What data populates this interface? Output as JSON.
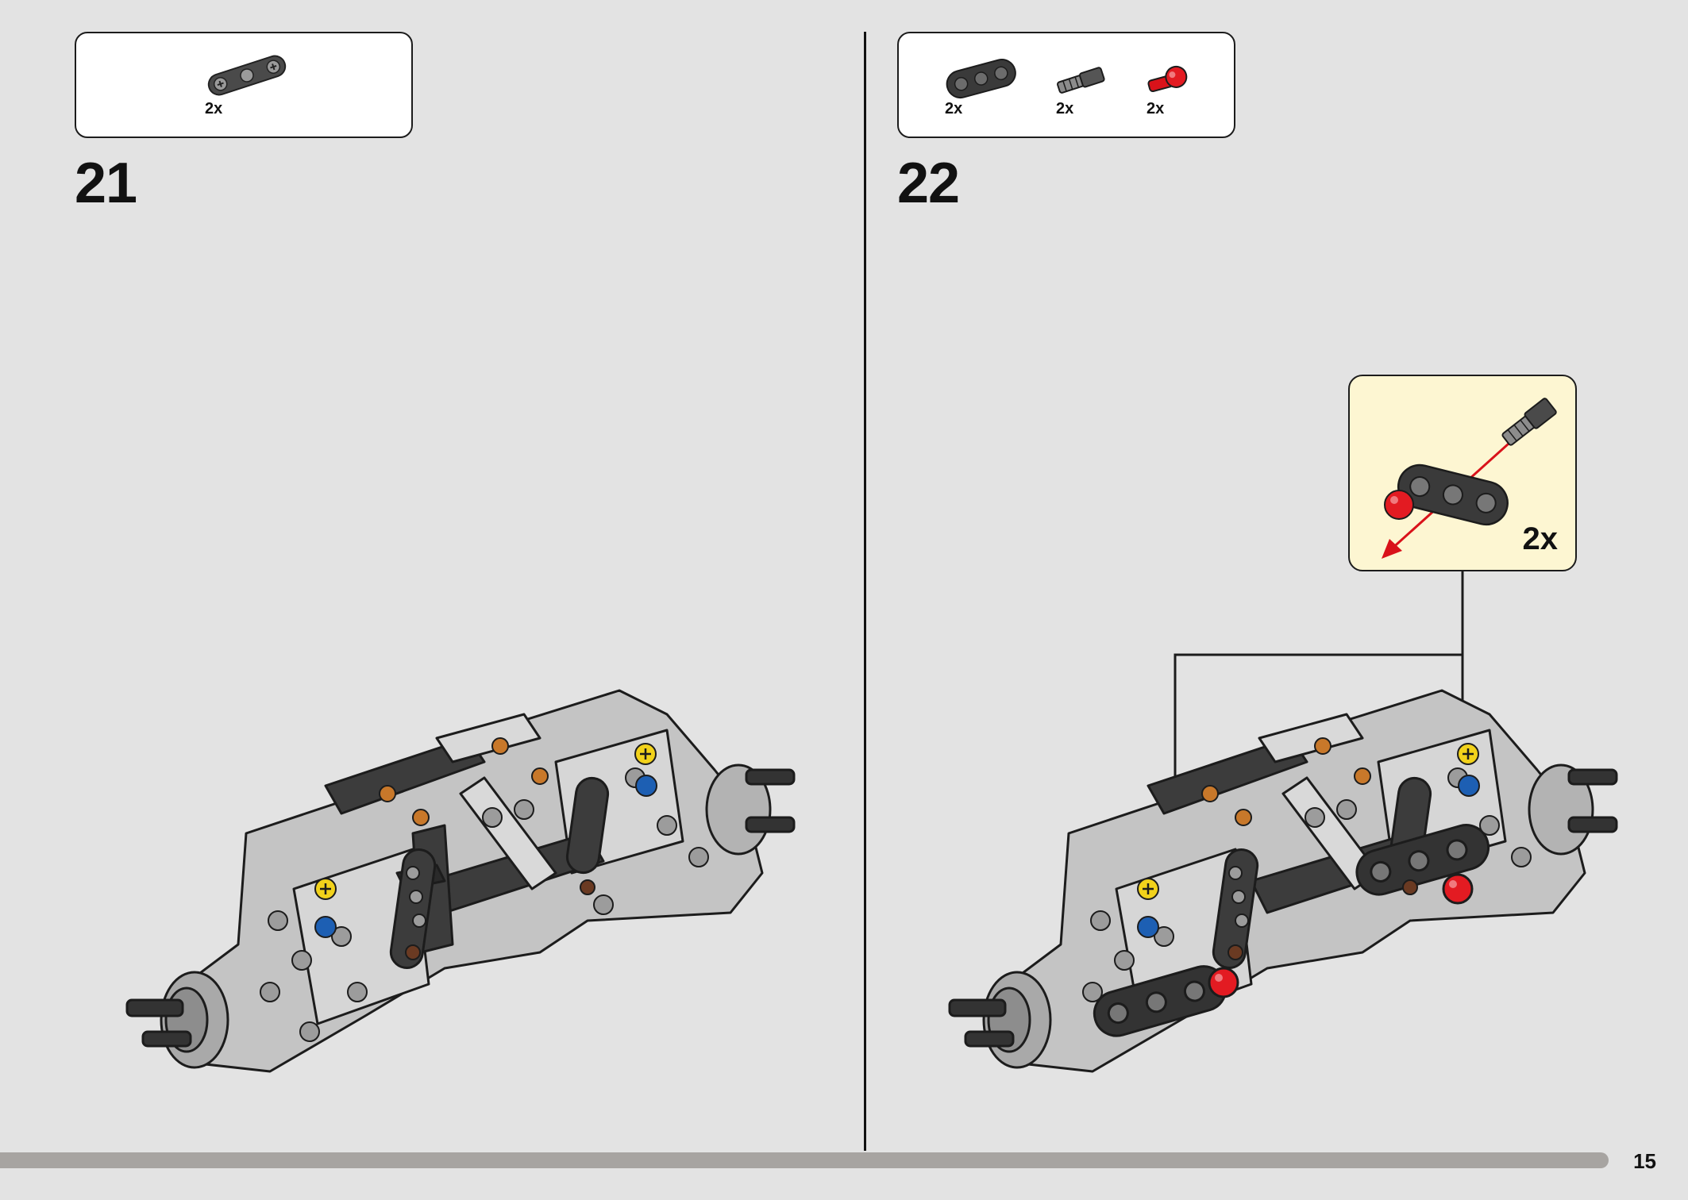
{
  "steps": [
    {
      "number": "21",
      "parts": [
        {
          "icon": "dark-gray-beam-3-icon",
          "qty": "2x"
        }
      ]
    },
    {
      "number": "22",
      "parts": [
        {
          "icon": "black-thick-beam-3-icon",
          "qty": "2x"
        },
        {
          "icon": "axle-pin-icon",
          "qty": "2x"
        },
        {
          "icon": "red-pin-icon",
          "qty": "2x"
        }
      ],
      "callout": {
        "qty": "2x"
      }
    }
  ],
  "page_number": "15",
  "colors": {
    "background": "#e3e3e3",
    "callout_background": "#fdf6d2",
    "light_gray_part": "#c2c2c2",
    "dark_gray_part": "#3a3a3a",
    "red_part": "#d9121a",
    "yellow_axle": "#f2d21b",
    "blue_axle": "#1d5fb3",
    "orange_pin": "#c8782a"
  }
}
